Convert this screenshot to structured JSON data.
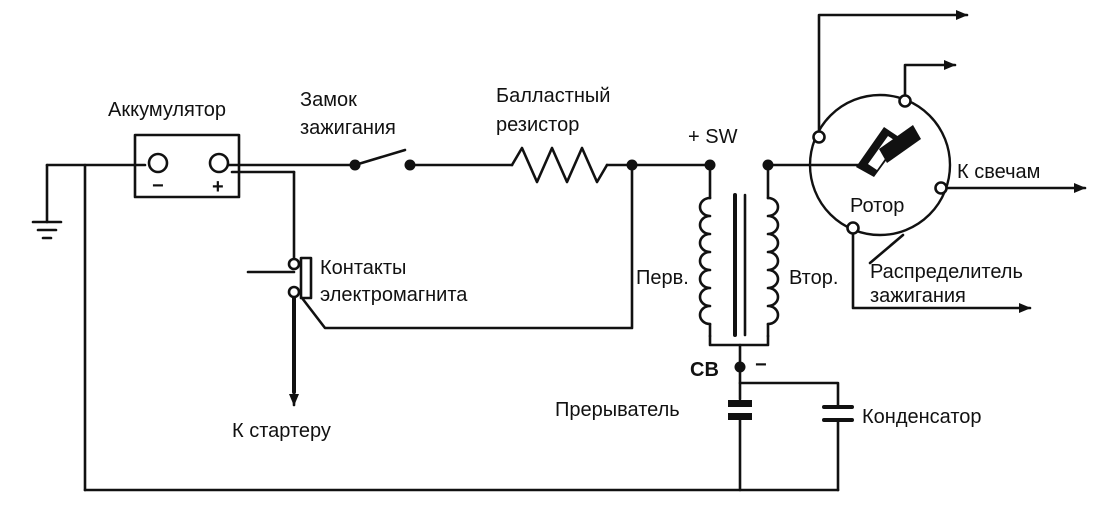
{
  "labels": {
    "battery": "Аккумулятор",
    "battery_minus": "−",
    "battery_plus": "+",
    "ignition_switch_1": "Замок",
    "ignition_switch_2": "зажигания",
    "ballast_1": "Балластный",
    "ballast_2": "резистор",
    "sw": "+ SW",
    "solenoid_1": "Контакты",
    "solenoid_2": "электромагнита",
    "starter": "К стартеру",
    "primary": "Перв.",
    "secondary": "Втор.",
    "cb": "CB",
    "cb_minus": "−",
    "breaker": "Прерыватель",
    "condenser": "Конденсатор",
    "to_plugs": "К свечам",
    "rotor": "Ротор",
    "distributor_1": "Распределитель",
    "distributor_2": "зажигания"
  }
}
